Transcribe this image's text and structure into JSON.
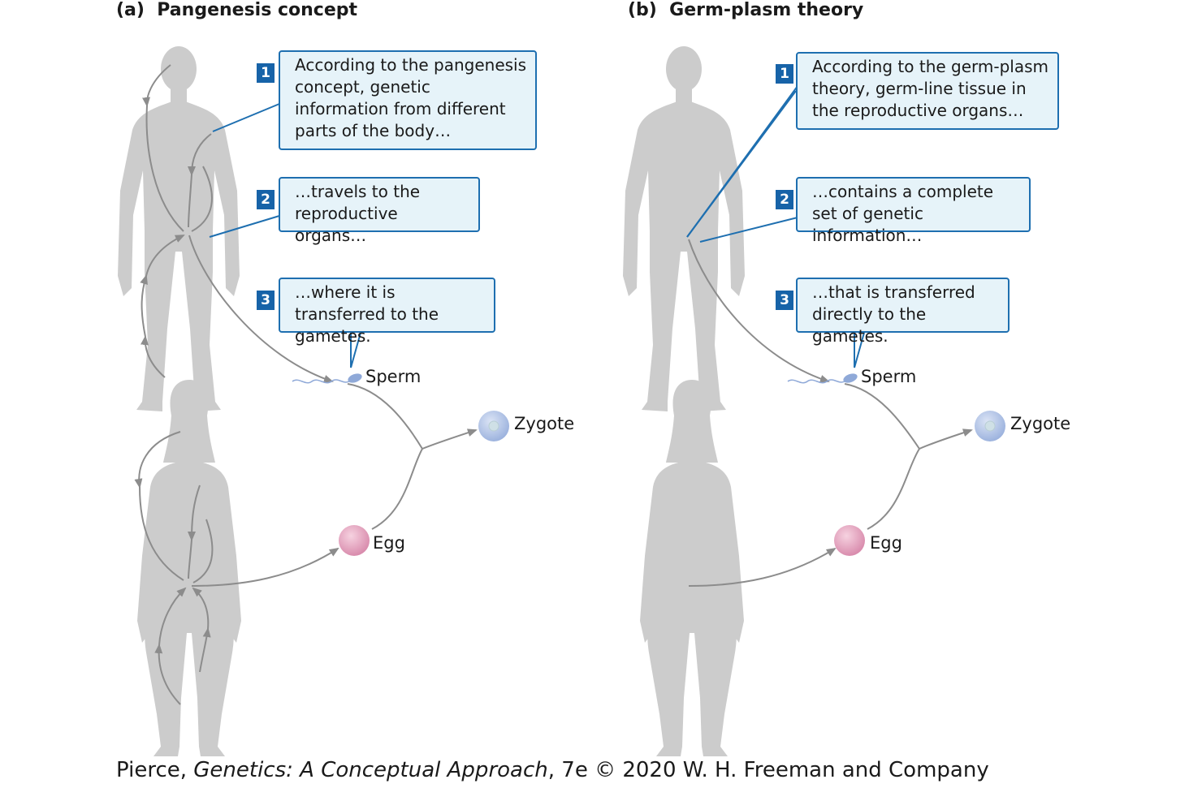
{
  "panel_a": {
    "title": "(a)  Pangenesis concept",
    "step1": {
      "num": "1",
      "text": "According to the pangenesis concept, genetic information from different parts of the body…"
    },
    "step2": {
      "num": "2",
      "text": "…travels to the reproductive organs…"
    },
    "step3": {
      "num": "3",
      "text": "…where it is transferred to the gametes."
    },
    "sperm": "Sperm",
    "egg": "Egg",
    "zygote": "Zygote"
  },
  "panel_b": {
    "title": "(b)  Germ-plasm theory",
    "step1": {
      "num": "1",
      "text": "According to the germ-plasm theory, germ-line tissue in the reproductive organs…"
    },
    "step2": {
      "num": "2",
      "text": "…contains a complete set of genetic information…"
    },
    "step3": {
      "num": "3",
      "text": "…that is transferred directly to the gametes."
    },
    "sperm": "Sperm",
    "egg": "Egg",
    "zygote": "Zygote"
  },
  "footer": {
    "author": "Pierce, ",
    "book": "Genetics: A Conceptual Approach",
    "edition": ", 7e © 2020 W. H. Freeman and Company"
  },
  "colors": {
    "silhouette": "#cccccc",
    "arrow": "#8c8c8c",
    "callout_border": "#1e6fb0",
    "callout_fill": "#e6f3f9",
    "step_badge": "#1763a8",
    "egg": "#d98cad",
    "zygote": "#9db3de",
    "sperm": "#8fa9d8"
  }
}
